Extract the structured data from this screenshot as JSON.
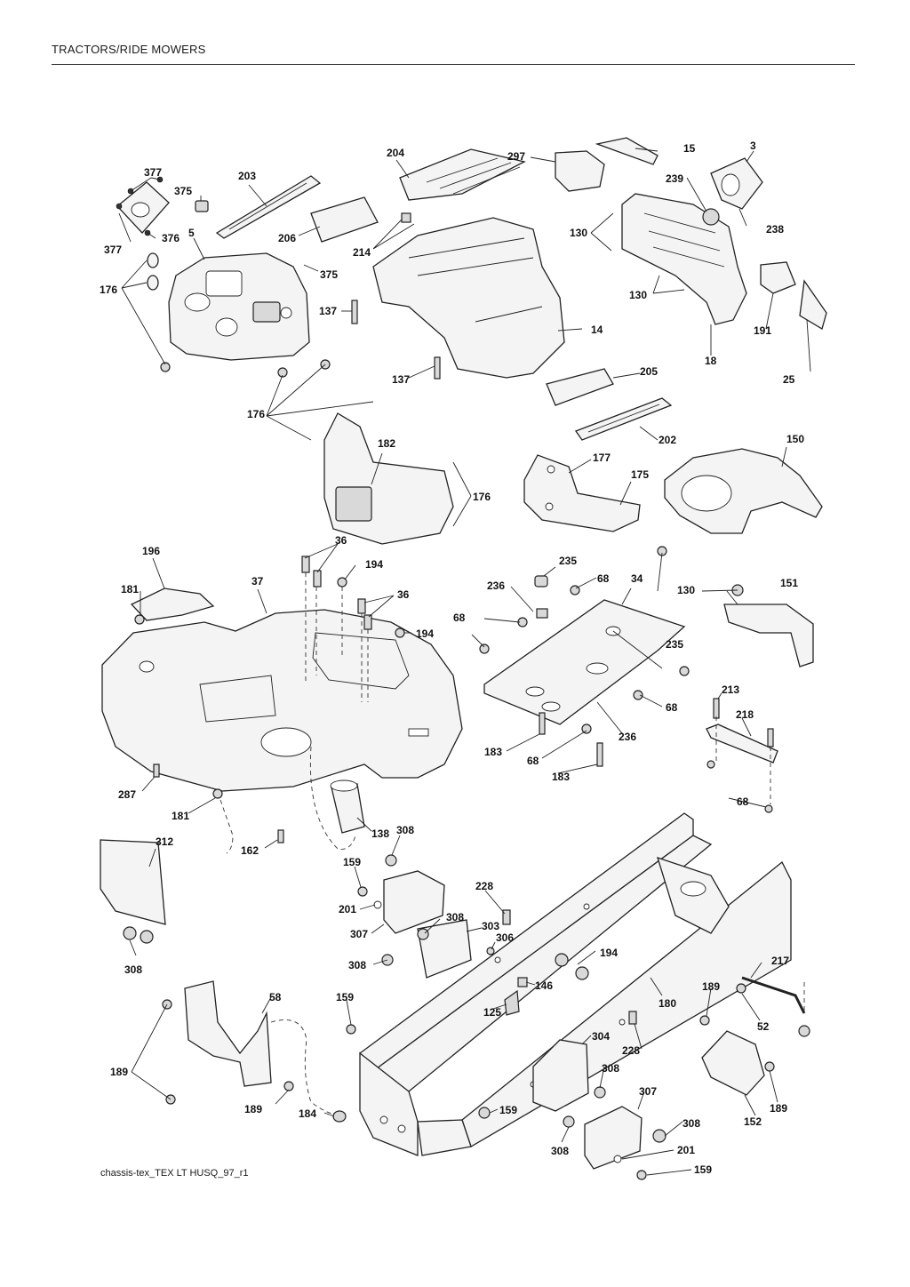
{
  "header": {
    "title": "TRACTORS/RIDE MOWERS"
  },
  "footer": {
    "caption": "chassis-tex_TEX LT HUSQ_97_r1"
  },
  "callouts": {
    "c377a": "377",
    "c375a": "375",
    "c203": "203",
    "c204": "204",
    "c297": "297",
    "c15": "15",
    "c3": "3",
    "c239": "239",
    "c238": "238",
    "c377b": "377",
    "c376": "376",
    "c5": "5",
    "c206": "206",
    "c214": "214",
    "c130a": "130",
    "c176a": "176",
    "c375b": "375",
    "c137a": "137",
    "c14": "14",
    "c130b": "130",
    "c191": "191",
    "c18": "18",
    "c25": "25",
    "c137b": "137",
    "c205": "205",
    "c176b": "176",
    "c202": "202",
    "c182": "182",
    "c150": "150",
    "c177": "177",
    "c175": "175",
    "c176c": "176",
    "c196": "196",
    "c36a": "36",
    "c181a": "181",
    "c37": "37",
    "c194a": "194",
    "c36b": "36",
    "c194b": "194",
    "c235a": "235",
    "c236a": "236",
    "c68a": "68",
    "c34": "34",
    "c130c": "130",
    "c151": "151",
    "c68b": "68",
    "c235b": "235",
    "c68c": "68",
    "c213": "213",
    "c218": "218",
    "c183a": "183",
    "c68d": "68",
    "c236b": "236",
    "c183b": "183",
    "c287": "287",
    "c181b": "181",
    "c68e": "68",
    "c138": "138",
    "c308a": "308",
    "c312": "312",
    "c162": "162",
    "c159a": "159",
    "c228a": "228",
    "c201a": "201",
    "c308b": "308",
    "c303": "303",
    "c307a": "307",
    "c306": "306",
    "c308c": "308",
    "c194c": "194",
    "c217": "217",
    "c308d": "308",
    "c146": "146",
    "c58": "58",
    "c159b": "159",
    "c125": "125",
    "c180": "180",
    "c189a": "189",
    "c52": "52",
    "c228b": "228",
    "c304": "304",
    "c189b": "189",
    "c308e": "308",
    "c189c": "189",
    "c184": "184",
    "c159c": "159",
    "c152": "152",
    "c189d": "189",
    "c307b": "307",
    "c308f": "308",
    "c201b": "201",
    "c308g": "308",
    "c159d": "159"
  }
}
